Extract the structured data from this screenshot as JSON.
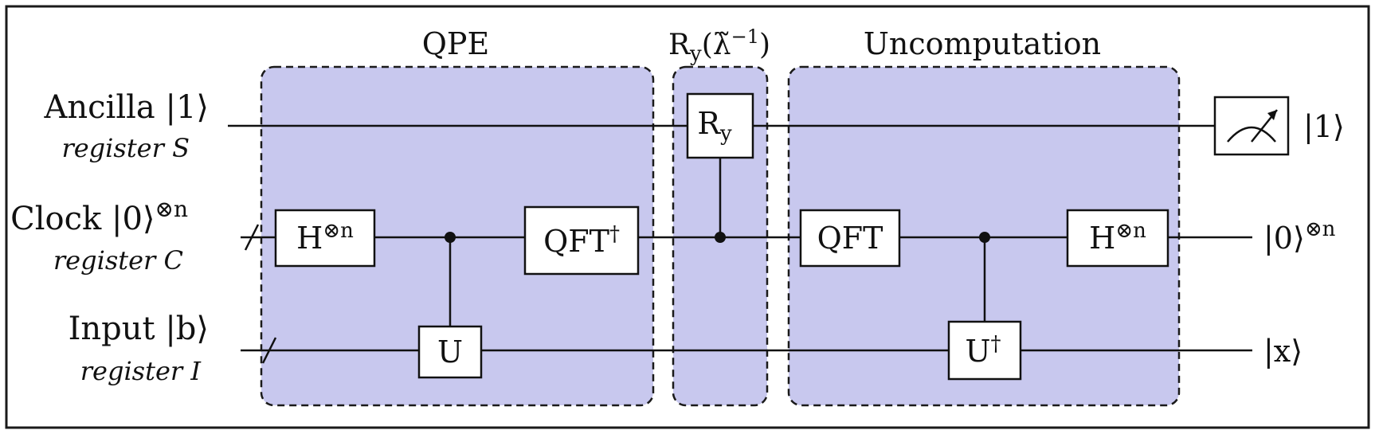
{
  "blocks": {
    "qpe": "QPE",
    "rotation": {
      "base": "R",
      "sub": "y",
      "arg": "(λ̃",
      "exp": "−1",
      "close": ")"
    },
    "uncomputation": "Uncomputation"
  },
  "registers": {
    "ancilla": {
      "name": "Ancilla |1⟩",
      "register": "register S"
    },
    "clock": {
      "name": "Clock |0⟩",
      "power": "⊗n",
      "register": "register C"
    },
    "input": {
      "name": "Input |b⟩",
      "register": "register I"
    }
  },
  "gates": {
    "h_first": {
      "base": "H",
      "sup": "⊗n"
    },
    "u": "U",
    "qft_dagger": {
      "base": "QFT",
      "sup": "†"
    },
    "ry": {
      "base": "R",
      "sub": "y"
    },
    "qft": "QFT",
    "u_dagger": {
      "base": "U",
      "sup": "†"
    },
    "h_last": {
      "base": "H",
      "sup": "⊗n"
    }
  },
  "outputs": {
    "ancilla": "|1⟩",
    "clock": {
      "base": "|0⟩",
      "sup": "⊗n"
    },
    "input": "|x⟩"
  },
  "measurement": {
    "icon": "meter-icon"
  },
  "colors": {
    "block_fill": "#c8c8ee",
    "line": "#111111",
    "background": "#ffffff"
  }
}
